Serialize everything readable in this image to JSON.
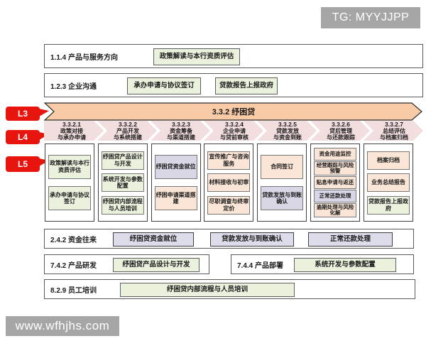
{
  "tag_label": "TG: MYYJJPP",
  "watermark": "www.wfhjhs.com",
  "level_labels": [
    "L3",
    "L4",
    "L5"
  ],
  "colors": {
    "banner_fill": "#f8cba6",
    "chevron_fill": "#f2dedf",
    "green_box": "#eaf1dd",
    "peach_box": "#fbe5d6",
    "lavender_box": "#d9d6e6",
    "steel_box": "#dddcea",
    "level_red": "#e8150f",
    "tag_gray": "#a6a6a6"
  },
  "top_rows": [
    {
      "label": "1.1.4 产品与服务方向",
      "boxes": [
        {
          "label": "政策解读与本行资质评估",
          "cat": "green"
        }
      ]
    },
    {
      "label": "1.2.3 企业沟通",
      "boxes": [
        {
          "label": "承办申请与协议签订",
          "cat": "green"
        },
        {
          "label": "贷款报告上报政府",
          "cat": "green"
        }
      ]
    }
  ],
  "banner": {
    "id_label": "3.3.2 纾困贷"
  },
  "phases": [
    {
      "id": "3.3.2.1",
      "line1": "政策对接",
      "line2": "与承办申请",
      "boxes": [
        {
          "label": "政策解读与本行资质评估",
          "cat": "green"
        },
        {
          "label": "承办申请与协议签订",
          "cat": "green"
        }
      ]
    },
    {
      "id": "3.3.2.2",
      "line1": "产品开发",
      "line2": "与系统搭建",
      "boxes": [
        {
          "label": "纾困贷产品设计与开发",
          "cat": "green"
        },
        {
          "label": "系统开发与参数配置",
          "cat": "green"
        },
        {
          "label": "纾困贷内部流程与人员培训",
          "cat": "green"
        }
      ]
    },
    {
      "id": "3.3.2.3",
      "line1": "资金筹备",
      "line2": "与渠道搭建",
      "boxes": [
        {
          "label": "纾困贷资金就位",
          "cat": "lavender"
        },
        {
          "label": "纾困申请渠道搭建",
          "cat": "peach"
        }
      ]
    },
    {
      "id": "3.3.2.4",
      "line1": "企业申请",
      "line2": "与贷前审核",
      "boxes": [
        {
          "label": "宣传推广与咨询服务",
          "cat": "peach"
        },
        {
          "label": "材料接收与初审",
          "cat": "peach"
        },
        {
          "label": "尽职调查与终审定价",
          "cat": "peach"
        }
      ]
    },
    {
      "id": "3.3.2.5",
      "line1": "贷款发放",
      "line2": "与资金到账",
      "boxes": [
        {
          "label": "合同签订",
          "cat": "peach"
        },
        {
          "label": "贷款发放与到账确认",
          "cat": "lavender"
        }
      ]
    },
    {
      "id": "3.3.2.6",
      "line1": "贷后管理",
      "line2": "与还款跟踪",
      "boxes": [
        {
          "label": "资金用途监控",
          "cat": "peach"
        },
        {
          "label": "经营跟踪与风险预警",
          "cat": "peach"
        },
        {
          "label": "贴息申请与返还",
          "cat": "peach"
        },
        {
          "label": "正常还款处理",
          "cat": "lavender"
        },
        {
          "label": "逾期处理与风险化解",
          "cat": "peach"
        }
      ]
    },
    {
      "id": "3.3.2.7",
      "line1": "总结评估",
      "line2": "与档案归档",
      "boxes": [
        {
          "label": "档案归档",
          "cat": "peach"
        },
        {
          "label": "业务总结报告",
          "cat": "peach"
        },
        {
          "label": "贷款报告上报政府",
          "cat": "green"
        }
      ]
    }
  ],
  "bottom_rows": [
    {
      "label": "2.4.2 资金往来",
      "boxes": [
        {
          "label": "纾困贷资金就位",
          "cat": "steel"
        },
        {
          "label": "贷款发放与到账确认",
          "cat": "steel"
        },
        {
          "label": "正常还款处理",
          "cat": "steel"
        }
      ]
    },
    {
      "label": "7.4.2 产品研发",
      "boxes": [
        {
          "label": "纾困贷产品设计与开发",
          "cat": "green"
        }
      ]
    },
    {
      "label": "7.4.4 产品部署",
      "boxes": [
        {
          "label": "系统开发与参数配置",
          "cat": "green"
        }
      ]
    },
    {
      "label": "8.2.9 员工培训",
      "boxes": [
        {
          "label": "纾困贷内部流程与人员培训",
          "cat": "green"
        }
      ]
    }
  ]
}
